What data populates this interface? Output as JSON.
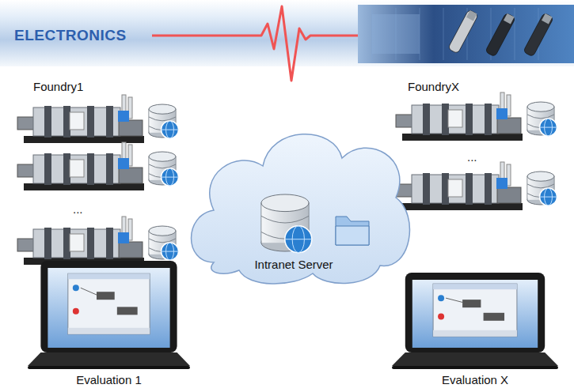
{
  "diagram": {
    "title": "ELECTRONICS",
    "nodes": [
      {
        "text": [
          "Foundry1"
        ]
      },
      {
        "text": [
          "FoundryX"
        ]
      },
      {
        "text": [
          "Intranet Server"
        ]
      },
      {
        "text": [
          "Evaluation 1"
        ]
      },
      {
        "text": [
          "Evaluation X"
        ]
      }
    ],
    "labels": [
      "...",
      "..."
    ]
  }
}
